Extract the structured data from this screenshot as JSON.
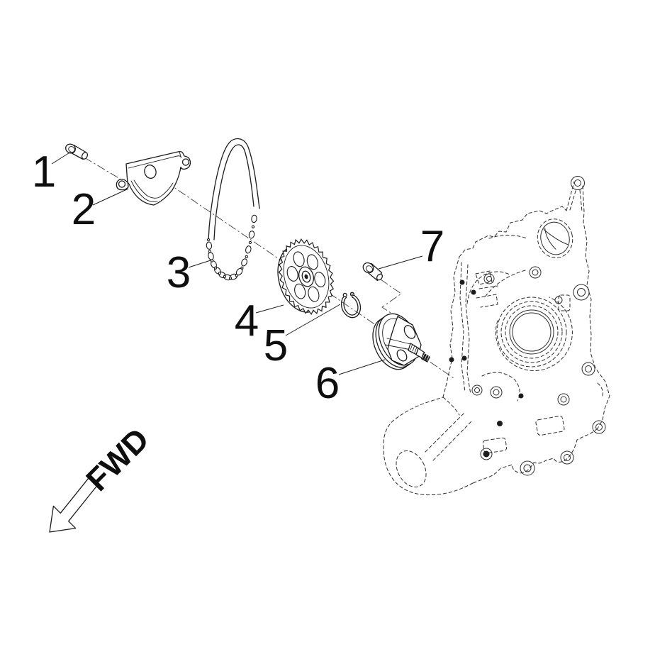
{
  "diagram": {
    "type": "exploded-parts-diagram",
    "background_color": "#ffffff",
    "line_color": "#1c1c1c",
    "callouts": [
      {
        "label": "1"
      },
      {
        "label": "2"
      },
      {
        "label": "3"
      },
      {
        "label": "4"
      },
      {
        "label": "5"
      },
      {
        "label": "6"
      },
      {
        "label": "7"
      }
    ],
    "direction_indicator": {
      "label": "FWD"
    }
  }
}
